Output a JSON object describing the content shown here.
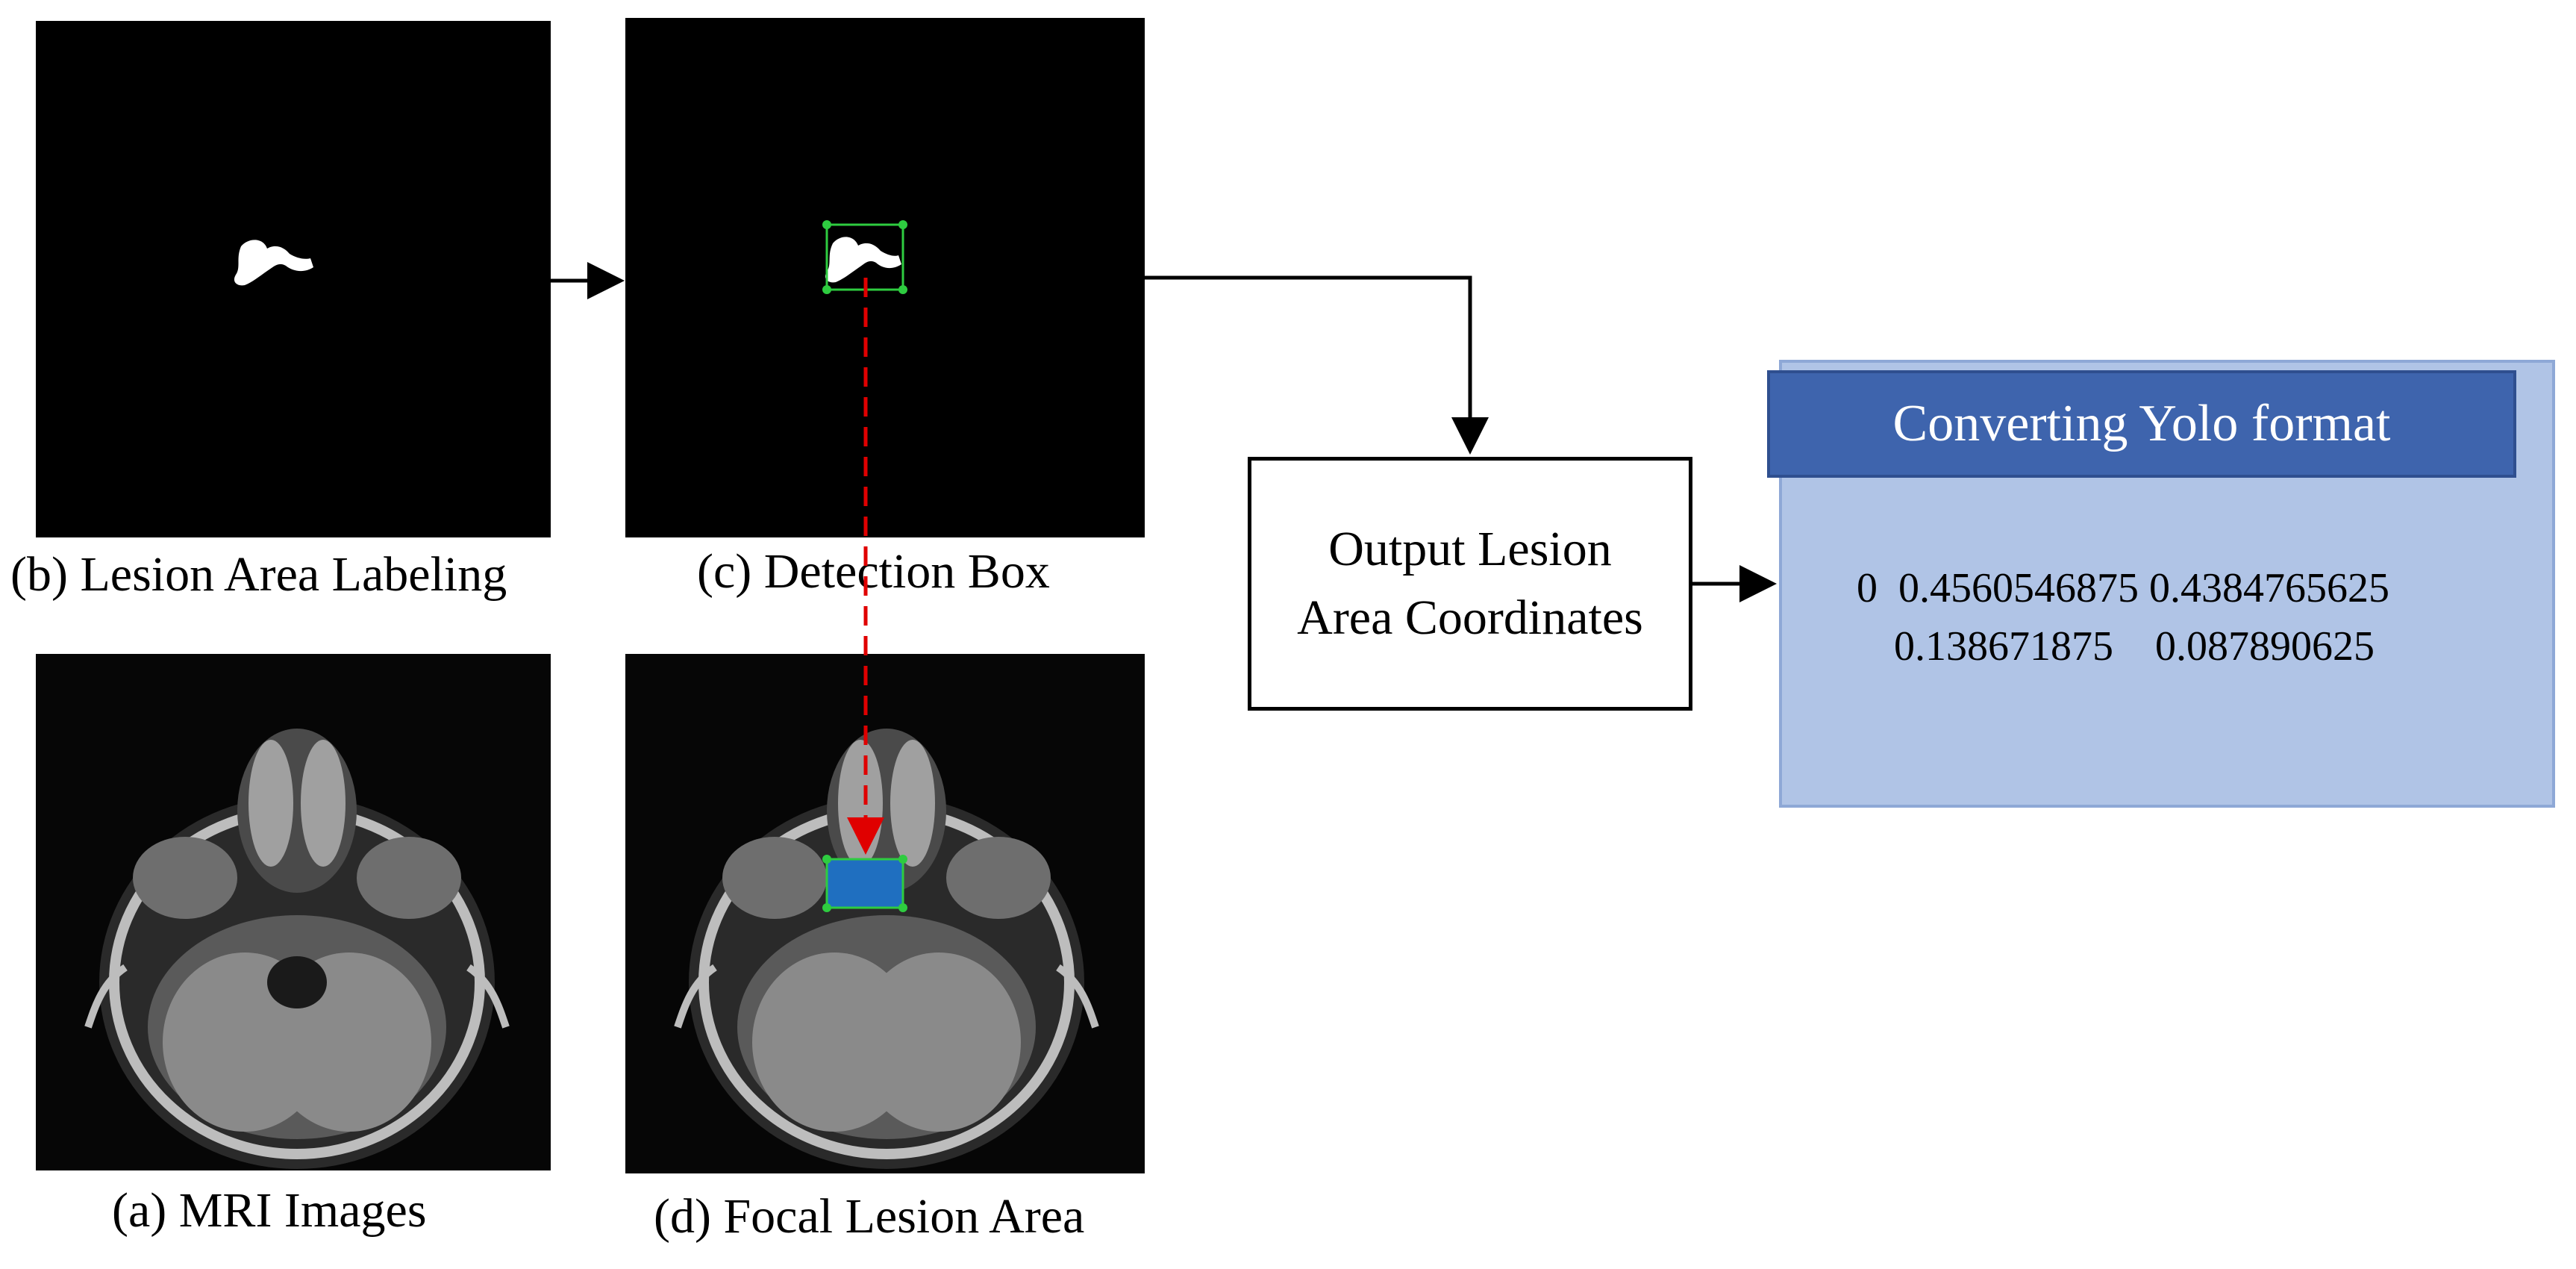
{
  "panels": {
    "b_caption": "(b) Lesion Area Labeling",
    "c_caption": "(c) Detection Box",
    "a_caption": "(a) MRI Images",
    "d_caption": "(d) Focal Lesion Area"
  },
  "output_box": {
    "line1": "Output Lesion",
    "line2": "Area Coordinates"
  },
  "yolo": {
    "header": "Converting Yolo format",
    "line1": "0  0.4560546875 0.4384765625",
    "line2": "0.138671875    0.087890625"
  },
  "colors": {
    "panel_bg": "#000000",
    "yolo_fill": "#b0c4e6",
    "yolo_header": "#3e64ad",
    "dashed_arrow": "#e00000",
    "detection_box": "#1f6fc0",
    "box_corner": "#2ecc40"
  }
}
